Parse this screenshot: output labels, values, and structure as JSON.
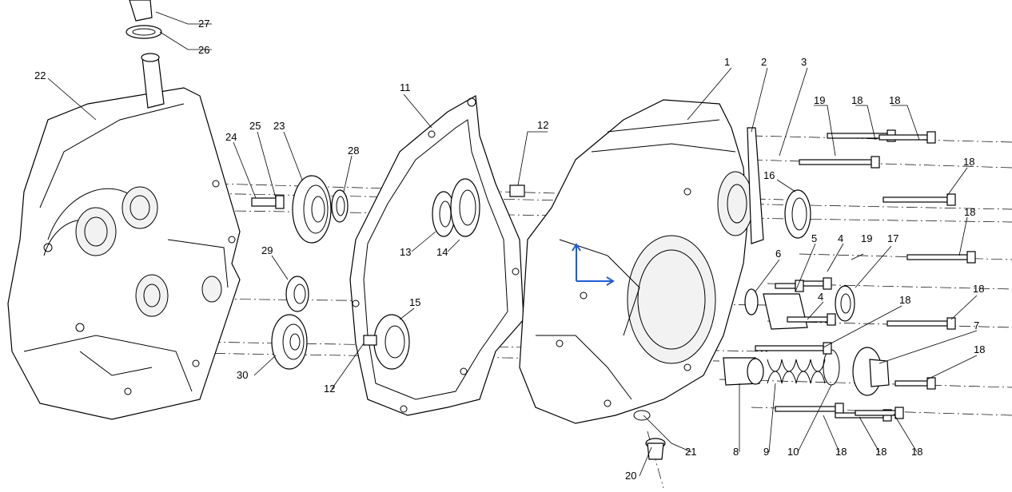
{
  "diagram": {
    "type": "exploded-parts-view",
    "callouts": [
      {
        "id": "c27",
        "label": "27"
      },
      {
        "id": "c26",
        "label": "26"
      },
      {
        "id": "c22",
        "label": "22"
      },
      {
        "id": "c11",
        "label": "11"
      },
      {
        "id": "c12a",
        "label": "12"
      },
      {
        "id": "c1",
        "label": "1"
      },
      {
        "id": "c2",
        "label": "2"
      },
      {
        "id": "c3",
        "label": "3"
      },
      {
        "id": "c19a",
        "label": "19"
      },
      {
        "id": "c18a",
        "label": "18"
      },
      {
        "id": "c18b",
        "label": "18"
      },
      {
        "id": "c24",
        "label": "24"
      },
      {
        "id": "c25",
        "label": "25"
      },
      {
        "id": "c23",
        "label": "23"
      },
      {
        "id": "c28",
        "label": "28"
      },
      {
        "id": "c16",
        "label": "16"
      },
      {
        "id": "c18c",
        "label": "18"
      },
      {
        "id": "c18d",
        "label": "18"
      },
      {
        "id": "c13",
        "label": "13"
      },
      {
        "id": "c14",
        "label": "14"
      },
      {
        "id": "c29",
        "label": "29"
      },
      {
        "id": "c5",
        "label": "5"
      },
      {
        "id": "c4a",
        "label": "4"
      },
      {
        "id": "c19b",
        "label": "19"
      },
      {
        "id": "c17",
        "label": "17"
      },
      {
        "id": "c6",
        "label": "6"
      },
      {
        "id": "c4b",
        "label": "4"
      },
      {
        "id": "c15",
        "label": "15"
      },
      {
        "id": "c18e",
        "label": "18"
      },
      {
        "id": "c18f",
        "label": "18"
      },
      {
        "id": "c7",
        "label": "7"
      },
      {
        "id": "c18g",
        "label": "18"
      },
      {
        "id": "c30",
        "label": "30"
      },
      {
        "id": "c12b",
        "label": "12"
      },
      {
        "id": "c21",
        "label": "21"
      },
      {
        "id": "c8",
        "label": "8"
      },
      {
        "id": "c9",
        "label": "9"
      },
      {
        "id": "c10",
        "label": "10"
      },
      {
        "id": "c18h",
        "label": "18"
      },
      {
        "id": "c18i",
        "label": "18"
      },
      {
        "id": "c18j",
        "label": "18"
      },
      {
        "id": "c20",
        "label": "20"
      }
    ]
  }
}
